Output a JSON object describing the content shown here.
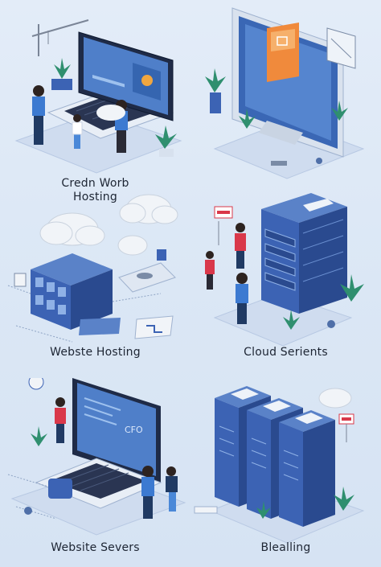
{
  "captions": {
    "top_left": [
      "Credn Worb",
      "Hosting"
    ],
    "middle_left": "Webste Hosting",
    "middle_right": "Cloud Serients",
    "bottom_left": "Website Severs",
    "bottom_right": "Blealling"
  },
  "screen_text": {
    "laptop_bottom": "CFO"
  },
  "colors": {
    "background": "#dbe7f5",
    "server_blue": "#3c63b4",
    "server_dark": "#2a4a8f",
    "screen": "#4f7fc9",
    "accent_orange": "#f08a3c",
    "accent_red": "#d9384a",
    "plant_green": "#2f8f6f",
    "cloud": "#f1f4f8"
  }
}
